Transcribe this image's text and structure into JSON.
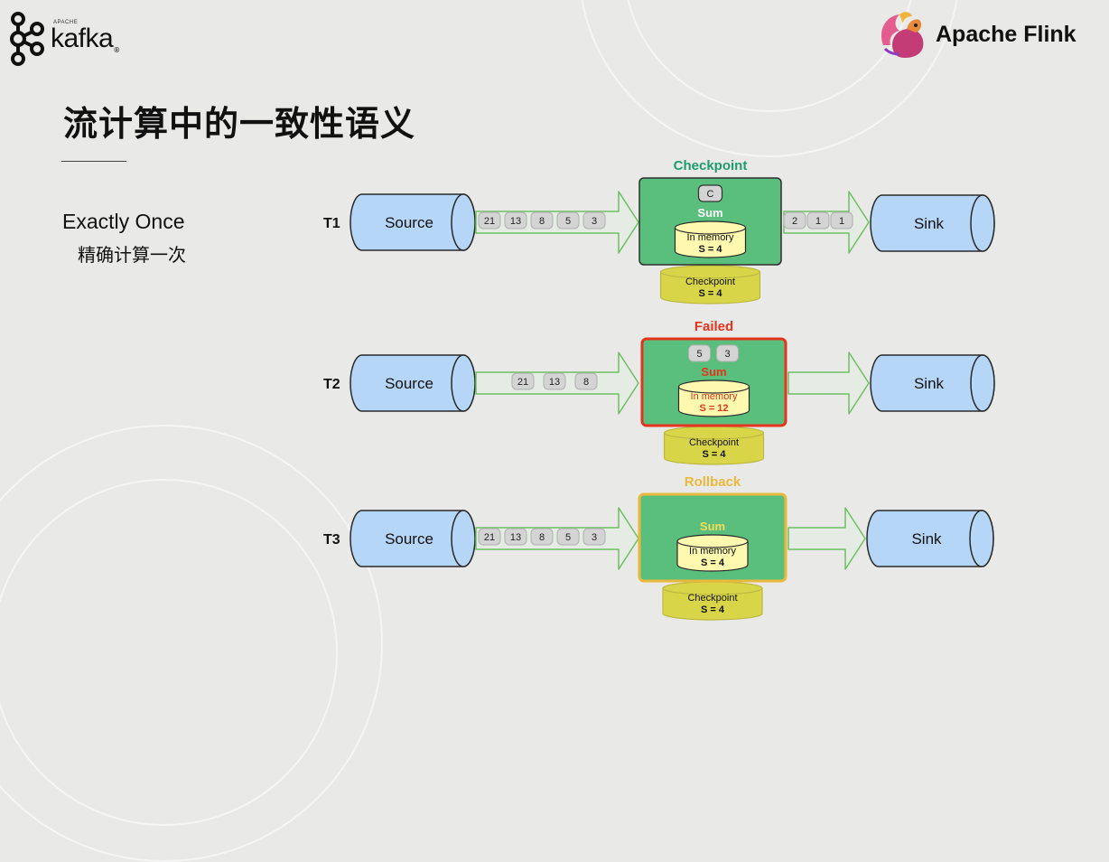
{
  "logos": {
    "kafka": {
      "apache": "APACHE",
      "name": "kafka",
      "reg": "®"
    },
    "flink": {
      "name": "Apache Flink"
    }
  },
  "page": {
    "title": "流计算中的一致性语义",
    "subtitle_en": "Exactly Once",
    "subtitle_zh": "精确计算一次"
  },
  "colors": {
    "cylinder_fill": "#b5d6f7",
    "operator_fill": "#5abf7d",
    "checkpoint_fill": "#d8d548",
    "memory_fill": "#fff9b0",
    "record_fill": "#d4d4d4",
    "checkpoint_label": "#1f9b6e",
    "failed": "#e3341d",
    "rollback": "#ecb83c"
  },
  "stages": [
    {
      "label": "T1",
      "source": "Source",
      "sink": "Sink",
      "status": "Checkpoint",
      "status_type": "checkpoint",
      "operator_label": "Sum",
      "barrier": "C",
      "held_records": [],
      "memory_title": "In memory",
      "memory_value": "S = 4",
      "checkpoint_title": "Checkpoint",
      "checkpoint_value": "S = 4",
      "input_records": [
        "21",
        "13",
        "8",
        "5",
        "3"
      ],
      "output_records": [
        "2",
        "1",
        "1"
      ]
    },
    {
      "label": "T2",
      "source": "Source",
      "sink": "Sink",
      "status": "Failed",
      "status_type": "failed",
      "operator_label": "Sum",
      "barrier": "",
      "held_records": [
        "5",
        "3"
      ],
      "memory_title": "In memory",
      "memory_value": "S = 12",
      "checkpoint_title": "Checkpoint",
      "checkpoint_value": "S = 4",
      "input_records": [
        "21",
        "13",
        "8"
      ],
      "output_records": []
    },
    {
      "label": "T3",
      "source": "Source",
      "sink": "Sink",
      "status": "Rollback",
      "status_type": "rollback",
      "operator_label": "Sum",
      "barrier": "",
      "held_records": [],
      "memory_title": "In memory",
      "memory_value": "S = 4",
      "checkpoint_title": "Checkpoint",
      "checkpoint_value": "S = 4",
      "input_records": [
        "21",
        "13",
        "8",
        "5",
        "3"
      ],
      "output_records": []
    }
  ]
}
